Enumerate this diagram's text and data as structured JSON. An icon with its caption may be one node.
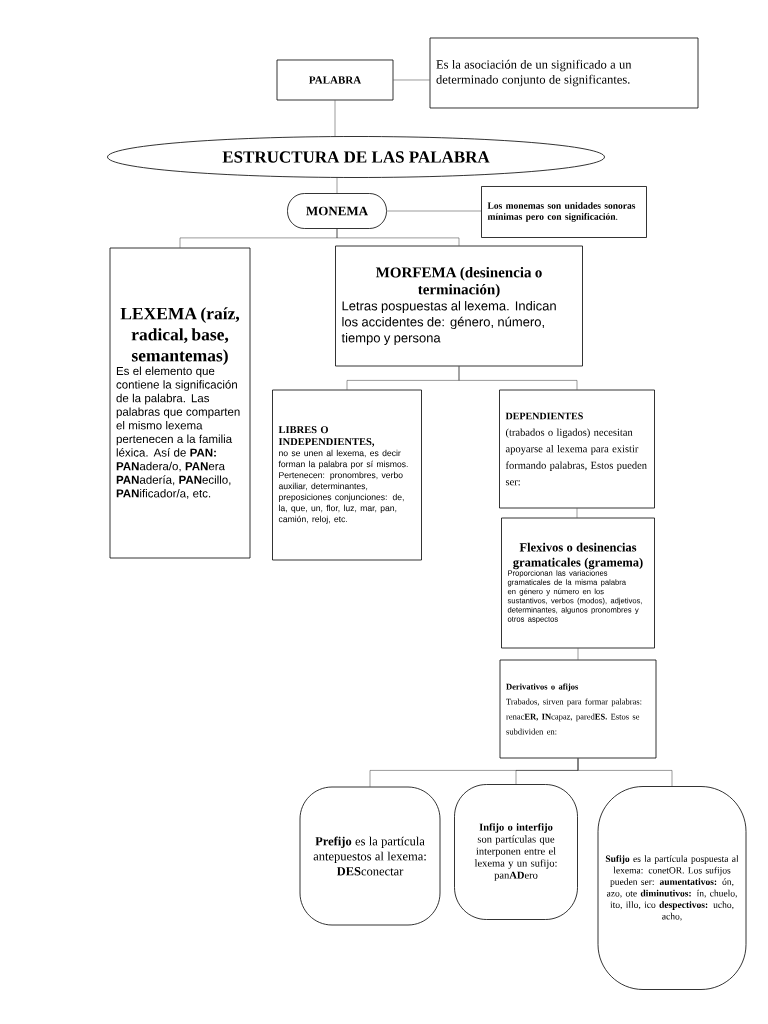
{
  "diagram": {
    "nodes": [
      {
        "text": [
          "PALABRA"
        ]
      },
      {
        "text": [
          "Es la asociación de un significado a un determinado conjunto de  significantes."
        ]
      },
      {
        "text": [
          "ESTRUCTURA DE LAS PALABRA"
        ]
      },
      {
        "text": [
          "MONEMA"
        ]
      },
      {
        "text": [
          "**Los monemas son unidades sonoras mínimas pero con significación**."
        ]
      },
      {
        "text": [
          "LEXEMA (raíz, radical, base, semantemas)",
          "Es el elemento que contiene la significación de la palabra. Las palabras que comparten el mismo lexema pertenecen a la familia léxica. Así de **PAN:** **PAN**adera/o, **PAN**era **PAN**adería, **PAN**ecillo, **PAN**ificador/a, etc."
        ]
      },
      {
        "text": [
          "MORFEMA (desinencia o terminación)",
          "Letras pospuestas al lexema. Indican los accidentes de: género, número, tiempo y persona"
        ]
      },
      {
        "text": [
          "LIBRES O INDEPENDIENTES,",
          "no se unen al lexema, es decir forman la palabra por sí mismos. Pertenecen: pronombres, verbo auxiliar, determinantes, preposiciones conjunciones: de, la, que, un, flor, luz, mar, pan, camión, reloj, etc."
        ]
      },
      {
        "text": [
          "DEPENDIENTES",
          "(trabados o ligados) necesitan apoyarse al lexema para existir formando palabras, Estos pueden ser:"
        ]
      },
      {
        "text": [
          "Flexivos o desinencias gramaticales (gramema)",
          "Proporcionan las variaciones gramaticales de la misma palabra en género y número en los sustantivos, verbos (modos), adjetivos, determinantes, algunos pronombres y otros aspectos"
        ]
      },
      {
        "text": [
          "Derivativos o afijos",
          "Trabados, sirven para formar palabras: renac**ER, IN**capaz, pared**ES.** Estos se subdividen en:"
        ]
      },
      {
        "text": [
          "**Prefijo** es la partícula antepuestos al lexema: **DES**conectar"
        ]
      },
      {
        "text": [
          "Infijo o interfijo",
          "son partículas que interponen entre el lexema y un sufijo: pan**AD**ero"
        ]
      },
      {
        "text": [
          "**Sufijo** es la partícula pospuesta al lexema: conetOR. Los sufijos pueden ser: **aumentativos:** ón, azo, ote **diminutivos:** ín, chuelo, ito, illo, ico **despectivos:** ucho, acho,"
        ]
      }
    ],
    "edges": [
      {
        "from": 0,
        "to": 1,
        "arrow": "none"
      },
      {
        "from": 0,
        "to": 2,
        "arrow": "none"
      },
      {
        "from": 2,
        "to": 3,
        "arrow": "none"
      },
      {
        "from": 3,
        "to": 4,
        "arrow": "none"
      },
      {
        "from": 3,
        "to": 5,
        "arrow": "none"
      },
      {
        "from": 3,
        "to": 6,
        "arrow": "none"
      },
      {
        "from": 6,
        "to": 7,
        "arrow": "none"
      },
      {
        "from": 6,
        "to": 8,
        "arrow": "none"
      },
      {
        "from": 8,
        "to": 9,
        "arrow": "none"
      },
      {
        "from": 9,
        "to": 10,
        "arrow": "none"
      },
      {
        "from": 10,
        "to": 11,
        "arrow": "none"
      },
      {
        "from": 10,
        "to": 12,
        "arrow": "none"
      },
      {
        "from": 10,
        "to": 13,
        "arrow": "none"
      }
    ]
  }
}
